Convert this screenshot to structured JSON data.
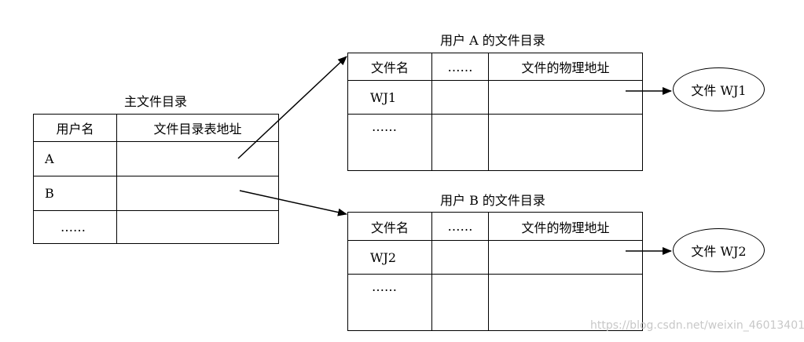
{
  "master": {
    "title": "主文件目录",
    "headers": [
      "用户名",
      "文件目录表地址"
    ],
    "rows": [
      "A",
      "B",
      "……"
    ]
  },
  "user_a": {
    "title": "用户 A 的文件目录",
    "headers": [
      "文件名",
      "……",
      "文件的物理地址"
    ],
    "rows": [
      "WJ1",
      "……"
    ]
  },
  "user_b": {
    "title": "用户 B 的文件目录",
    "headers": [
      "文件名",
      "……",
      "文件的物理地址"
    ],
    "rows": [
      "WJ2",
      "……"
    ]
  },
  "files": {
    "wj1": "文件 WJ1",
    "wj2": "文件 WJ2"
  },
  "watermark": "https://blog.csdn.net/weixin_46013401"
}
